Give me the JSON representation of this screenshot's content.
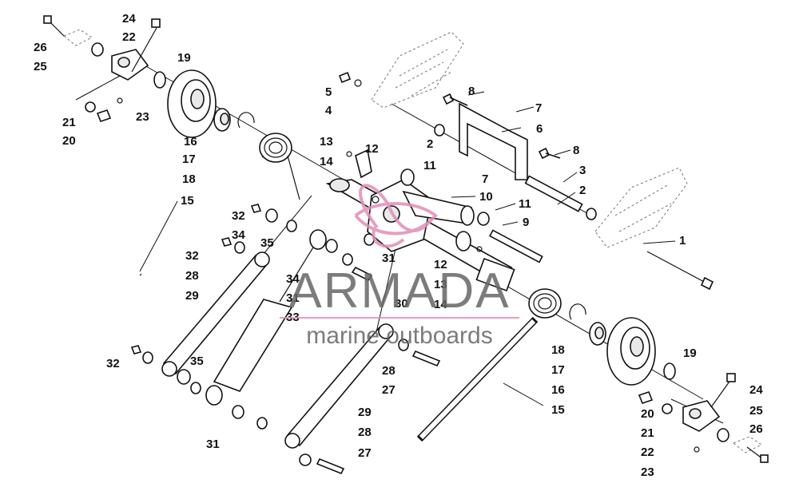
{
  "watermark": {
    "brand": "ARMADA",
    "tagline": "marine outboards",
    "logo_color": "#e08fb8",
    "text_color": "#666666"
  },
  "callouts": [
    {
      "id": "c1",
      "text": "1"
    },
    {
      "id": "c2a",
      "text": "2"
    },
    {
      "id": "c2b",
      "text": "2"
    },
    {
      "id": "c3",
      "text": "3"
    },
    {
      "id": "c4",
      "text": "4"
    },
    {
      "id": "c5",
      "text": "5"
    },
    {
      "id": "c6",
      "text": "6"
    },
    {
      "id": "c7a",
      "text": "7"
    },
    {
      "id": "c7b",
      "text": "7"
    },
    {
      "id": "c8a",
      "text": "8"
    },
    {
      "id": "c8b",
      "text": "8"
    },
    {
      "id": "c9",
      "text": "9"
    },
    {
      "id": "c10",
      "text": "10"
    },
    {
      "id": "c11a",
      "text": "11"
    },
    {
      "id": "c11b",
      "text": "11"
    },
    {
      "id": "c12a",
      "text": "12"
    },
    {
      "id": "c12b",
      "text": "12"
    },
    {
      "id": "c13a",
      "text": "13"
    },
    {
      "id": "c13b",
      "text": "13"
    },
    {
      "id": "c14a",
      "text": "14"
    },
    {
      "id": "c14b",
      "text": "14"
    },
    {
      "id": "c15a",
      "text": "15"
    },
    {
      "id": "c15b",
      "text": "15"
    },
    {
      "id": "c16a",
      "text": "16"
    },
    {
      "id": "c16b",
      "text": "16"
    },
    {
      "id": "c17a",
      "text": "17"
    },
    {
      "id": "c17b",
      "text": "17"
    },
    {
      "id": "c18a",
      "text": "18"
    },
    {
      "id": "c18b",
      "text": "18"
    },
    {
      "id": "c19a",
      "text": "19"
    },
    {
      "id": "c19b",
      "text": "19"
    },
    {
      "id": "c20a",
      "text": "20"
    },
    {
      "id": "c20b",
      "text": "20"
    },
    {
      "id": "c21a",
      "text": "21"
    },
    {
      "id": "c21b",
      "text": "21"
    },
    {
      "id": "c22a",
      "text": "22"
    },
    {
      "id": "c22b",
      "text": "22"
    },
    {
      "id": "c23a",
      "text": "23"
    },
    {
      "id": "c23b",
      "text": "23"
    },
    {
      "id": "c24a",
      "text": "24"
    },
    {
      "id": "c24b",
      "text": "24"
    },
    {
      "id": "c25a",
      "text": "25"
    },
    {
      "id": "c25b",
      "text": "25"
    },
    {
      "id": "c26a",
      "text": "26"
    },
    {
      "id": "c26b",
      "text": "26"
    },
    {
      "id": "c27a",
      "text": "27"
    },
    {
      "id": "c27b",
      "text": "27"
    },
    {
      "id": "c28a",
      "text": "28"
    },
    {
      "id": "c28b",
      "text": "28"
    },
    {
      "id": "c28c",
      "text": "28"
    },
    {
      "id": "c29a",
      "text": "29"
    },
    {
      "id": "c29b",
      "text": "29"
    },
    {
      "id": "c30",
      "text": "30"
    },
    {
      "id": "c31a",
      "text": "31"
    },
    {
      "id": "c31b",
      "text": "31"
    },
    {
      "id": "c31c",
      "text": "31"
    },
    {
      "id": "c32a",
      "text": "32"
    },
    {
      "id": "c32b",
      "text": "32"
    },
    {
      "id": "c32c",
      "text": "32"
    },
    {
      "id": "c33",
      "text": "33"
    },
    {
      "id": "c34a",
      "text": "34"
    },
    {
      "id": "c34b",
      "text": "34"
    },
    {
      "id": "c35a",
      "text": "35"
    },
    {
      "id": "c35b",
      "text": "35"
    }
  ]
}
